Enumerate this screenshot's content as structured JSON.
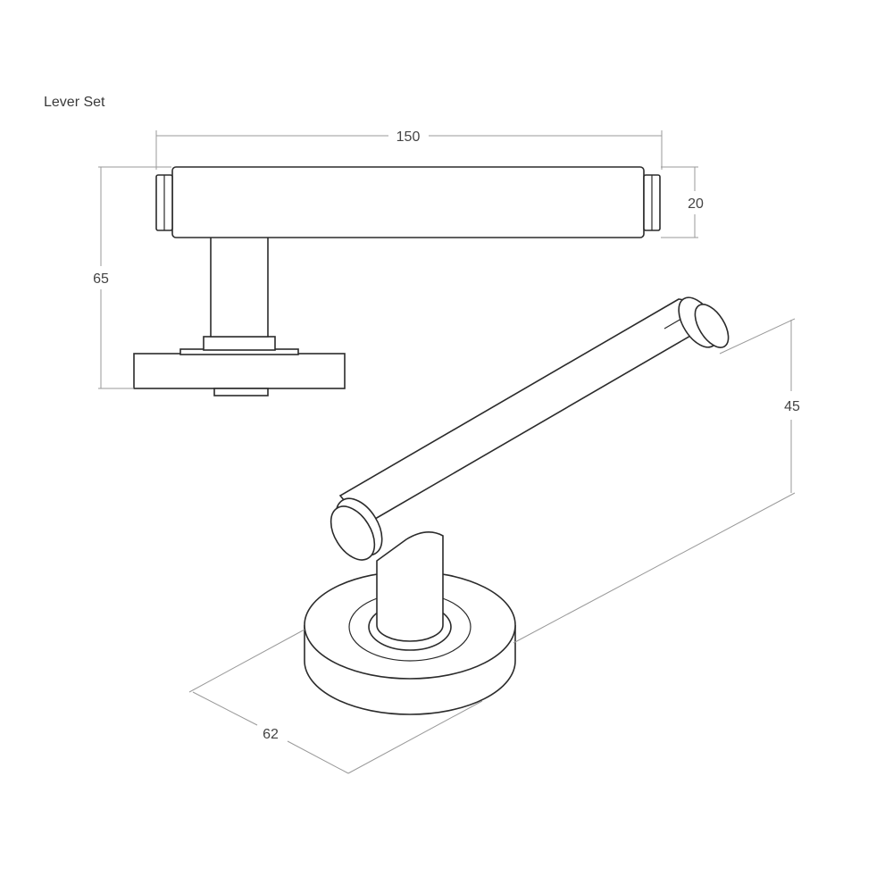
{
  "title": "Lever Set",
  "dimensions": {
    "lever_length": "150",
    "lever_diameter": "20",
    "overall_height": "65",
    "projection": "45",
    "rose_diameter": "62"
  },
  "colors": {
    "line": "#2b2b2b",
    "dimension_line": "#9a9a9a",
    "text": "#444444",
    "background": "#ffffff"
  }
}
